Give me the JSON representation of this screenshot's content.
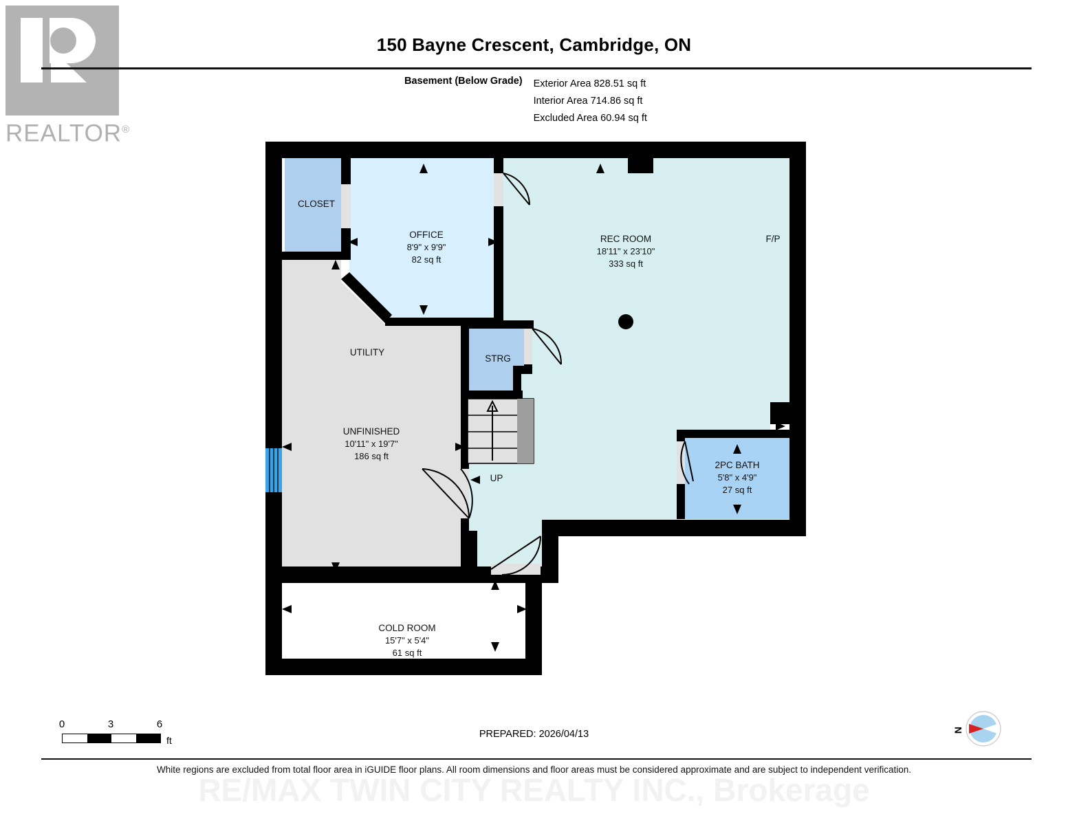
{
  "logo": {
    "mark_letter": "R",
    "wordmark": "REALTOR",
    "registered": "®"
  },
  "header": {
    "title": "150 Bayne Crescent, Cambridge, ON",
    "level_label": "Basement (Below Grade)",
    "areas": [
      "Exterior Area 828.51 sq ft",
      "Interior Area 714.86 sq ft",
      "Excluded Area 60.94 sq ft"
    ]
  },
  "rooms": [
    {
      "name": "CLOSET",
      "dims": "",
      "area": "",
      "fill": "#aed0ee"
    },
    {
      "name": "OFFICE",
      "dims": "8'9\" x 9'9\"",
      "area": "82 sq ft",
      "fill": "#d8effd"
    },
    {
      "name": "REC ROOM",
      "dims": "18'11\" x 23'10\"",
      "area": "333 sq ft",
      "fill": "#d7eff0"
    },
    {
      "name": "UTILITY",
      "dims": "",
      "area": "",
      "fill": "#e1e1e1"
    },
    {
      "name": "STRG",
      "dims": "",
      "area": "",
      "fill": "#aed0ee"
    },
    {
      "name": "UNFINISHED",
      "dims": "10'11\" x 19'7\"",
      "area": "186 sq ft",
      "fill": "#e1e1e1"
    },
    {
      "name": "2PC BATH",
      "dims": "5'8\" x 4'9\"",
      "area": "27 sq ft",
      "fill": "#a9d3f5"
    },
    {
      "name": "COLD ROOM",
      "dims": "15'7\" x 5'4\"",
      "area": "61 sq ft",
      "fill": "#ffffff"
    }
  ],
  "annotations": {
    "fireplace": "F/P",
    "stairs_direction": "UP"
  },
  "scale": {
    "ticks": [
      "0",
      "3",
      "6"
    ],
    "unit": "ft"
  },
  "compass": {
    "north_label": "N",
    "needle_color": "#d92121",
    "dial_color": "#a8d4ef"
  },
  "footer": {
    "prepared": "PREPARED: 2026/04/13",
    "disclaimer": "White regions are excluded from total floor area in iGUIDE floor plans. All room dimensions and floor areas must be considered approximate and are subject to independent verification.",
    "watermark": "RE/MAX TWIN CITY REALTY INC., Brokerage"
  },
  "colors": {
    "wall": "#000000",
    "door_swing": "#111111",
    "window": "#3aa3e8",
    "room_blue": "#aed0ee",
    "room_pale": "#d8effd",
    "room_teal": "#d7eff0",
    "room_gray": "#e1e1e1",
    "excluded_white": "#ffffff"
  }
}
